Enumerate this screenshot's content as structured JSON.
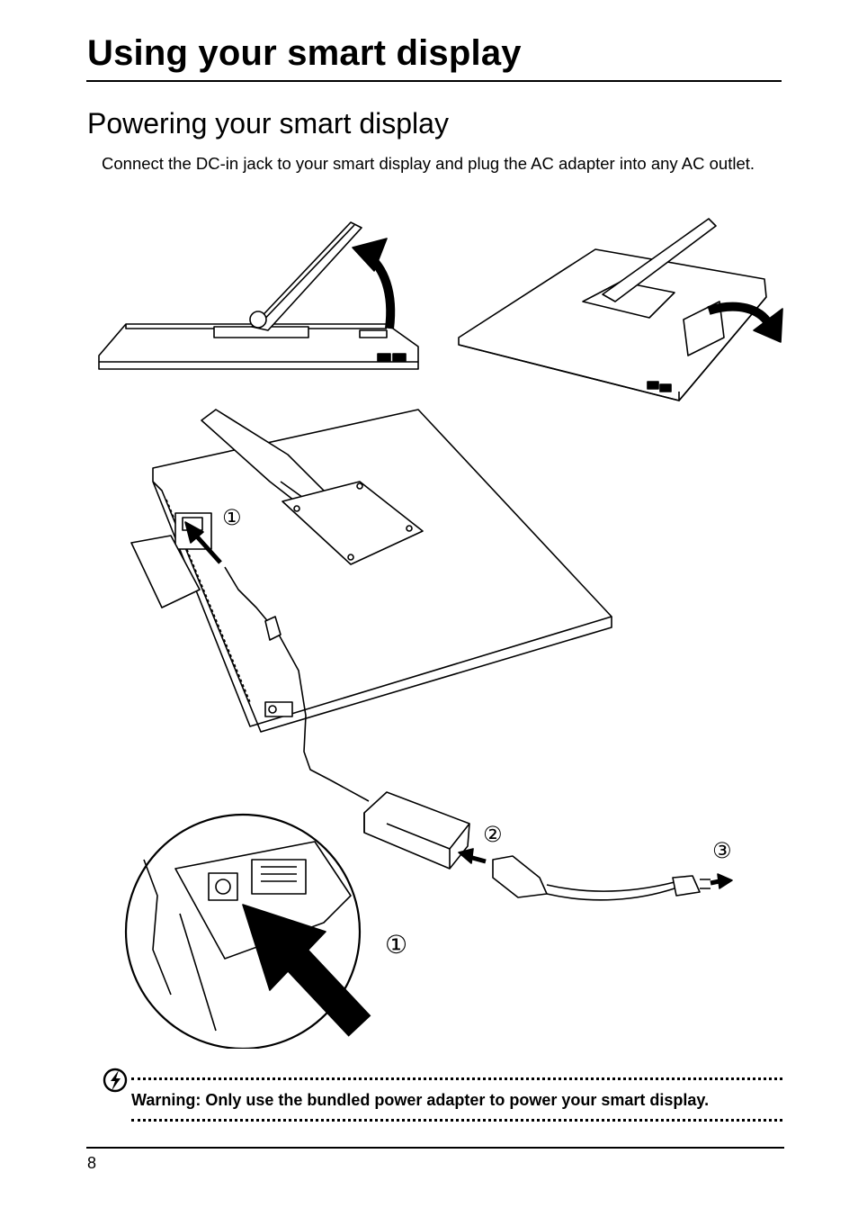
{
  "page": {
    "title": "Using your smart display",
    "section_heading": "Powering your smart display",
    "body_text": "Connect the DC-in jack to your smart display and plug the AC adapter into any AC outlet.",
    "illustration": {
      "step_labels": [
        "①",
        "②",
        "③",
        "①"
      ]
    },
    "warning": {
      "icon": "lightning-warning-icon",
      "text": "Warning: Only use the bundled power adapter to power your smart display."
    },
    "footer": {
      "page_number": "8"
    }
  }
}
